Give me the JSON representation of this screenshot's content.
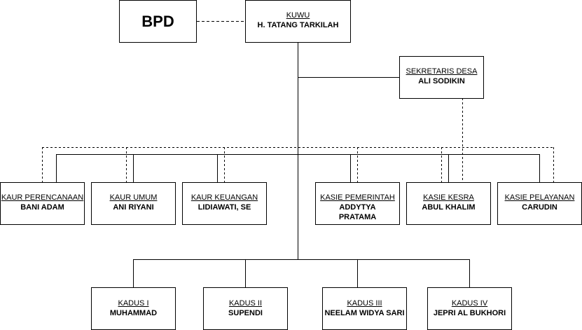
{
  "bpd": "BPD",
  "head": {
    "title": "KUWU",
    "name": "H. TATANG TARKILAH"
  },
  "secretary": {
    "title": "SEKRETARIS DESA",
    "name": "ALI SODIKIN"
  },
  "kaur": [
    {
      "title": "KAUR PERENCANAAN",
      "name": "BANI ADAM"
    },
    {
      "title": "KAUR UMUM",
      "name": "ANI RIYANI"
    },
    {
      "title": "KAUR KEUANGAN",
      "name": "LIDIAWATI, SE"
    }
  ],
  "kasie": [
    {
      "title": "KASIE PEMERINTAH",
      "name": "ADDYTYA PRATAMA"
    },
    {
      "title": "KASIE KESRA",
      "name": "ABUL KHALIM"
    },
    {
      "title": "KASIE PELAYANAN",
      "name": "CARUDIN"
    }
  ],
  "kadus": [
    {
      "title": "KADUS I",
      "name": "MUHAMMAD"
    },
    {
      "title": "KADUS II",
      "name": "SUPENDI"
    },
    {
      "title": "KADUS III",
      "name": "NEELAM WIDYA SARI"
    },
    {
      "title": "KADUS IV",
      "name": "JEPRI AL BUKHORI"
    }
  ],
  "colors": {
    "line": "#000000",
    "box_border": "#000000",
    "background": "#ffffff"
  }
}
